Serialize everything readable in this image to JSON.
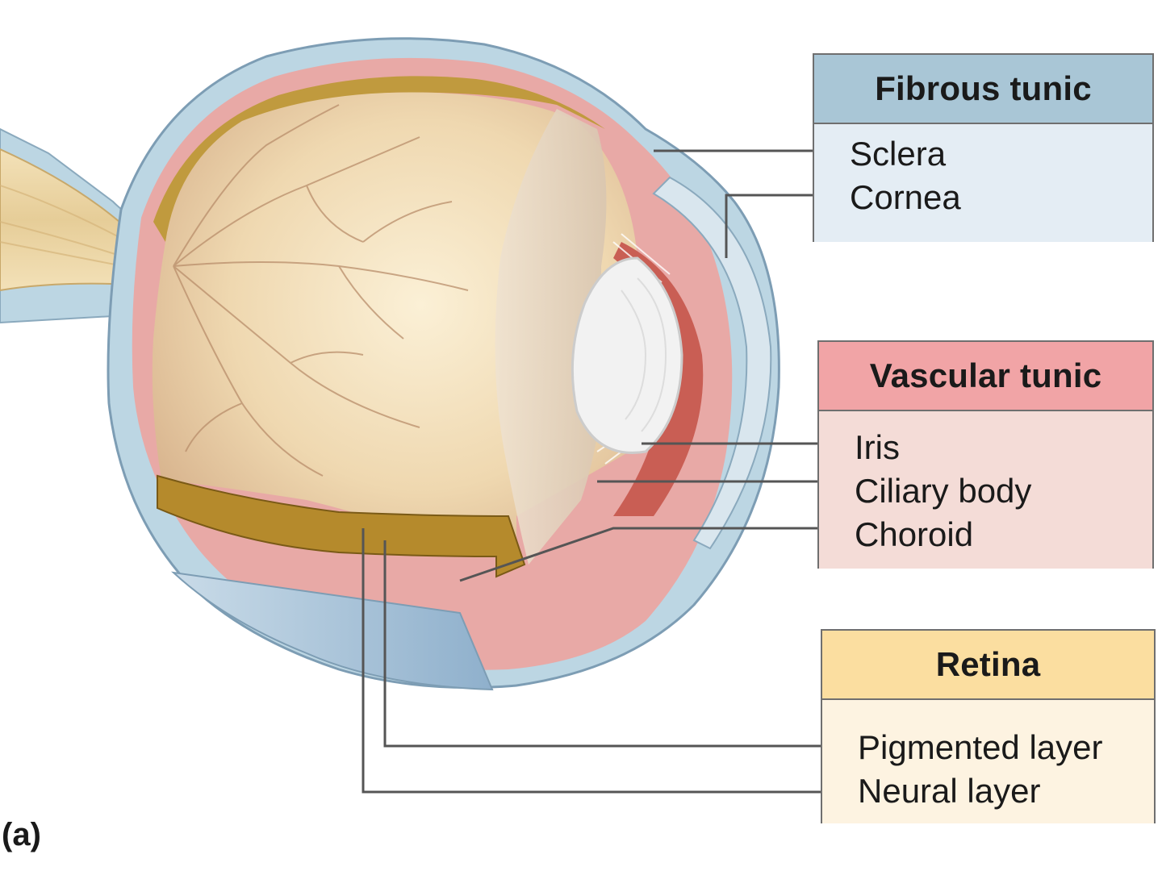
{
  "legend": {
    "fibrous": {
      "title": "Fibrous tunic",
      "items": [
        "Sclera",
        "Cornea"
      ]
    },
    "vascular": {
      "title": "Vascular tunic",
      "items": [
        "Iris",
        "Ciliary body",
        "Choroid"
      ]
    },
    "retina": {
      "title": "Retina",
      "items": [
        "Pigmented layer",
        "Neural layer"
      ]
    }
  },
  "panel_label": "(a)",
  "colors": {
    "fibrous_header": "#a9c6d6",
    "fibrous_body": "#e4edf4",
    "vascular_header": "#f1a4a6",
    "vascular_body": "#f4dcd7",
    "retina_header": "#fbdea0",
    "retina_body": "#fdf3e1",
    "sclera": "#bcd6e3",
    "choroid": "#e7a4a4",
    "vitreous": "#efd8b0",
    "neural_layer": "#b58a2c",
    "leader_line": "#555555"
  }
}
